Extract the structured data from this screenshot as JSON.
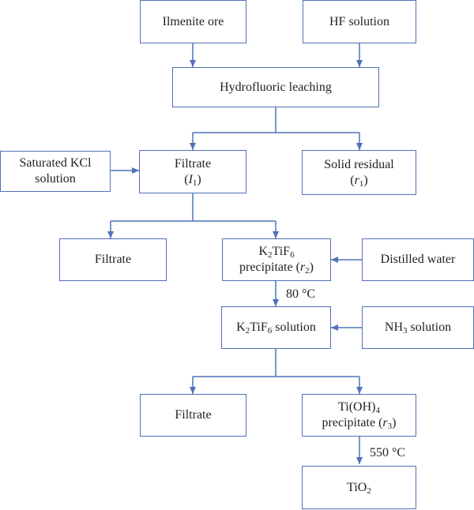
{
  "nodes": {
    "ilmenite": {
      "label": "Ilmenite ore"
    },
    "hf": {
      "label": "HF solution"
    },
    "leaching": {
      "label": "Hydrofluoric leaching"
    },
    "kcl": {
      "line1": "Saturated KCl",
      "line2": "solution"
    },
    "filtrate1": {
      "line1": "Filtrate",
      "sym": "I",
      "sub": "1"
    },
    "residual": {
      "line1": "Solid residual",
      "sym": "r",
      "sub": "1"
    },
    "filtrate2": {
      "label": "Filtrate"
    },
    "k2tif6_prec": {
      "f1": "K",
      "f1sub": "2",
      "f2": "TiF",
      "f2sub": "6",
      "line2": "precipitate",
      "sym": "r",
      "sub": "2"
    },
    "water": {
      "label": "Distilled water"
    },
    "k2tif6_sol": {
      "f1": "K",
      "f1sub": "2",
      "f2": "TiF",
      "f2sub": "6",
      "rest": " solution"
    },
    "nh3": {
      "f1": "NH",
      "f1sub": "3",
      "rest": " solution"
    },
    "filtrate3": {
      "label": "Filtrate"
    },
    "tioh4": {
      "f1": "Ti(OH)",
      "f1sub": "4",
      "line2": "precipitate",
      "sym": "r",
      "sub": "3"
    },
    "tio2": {
      "f1": "TiO",
      "f1sub": "2"
    }
  },
  "labels": {
    "temp1": "80 °C",
    "temp2": "550 °C"
  },
  "colors": {
    "line": "#4f72b8",
    "text": "#231f20"
  }
}
